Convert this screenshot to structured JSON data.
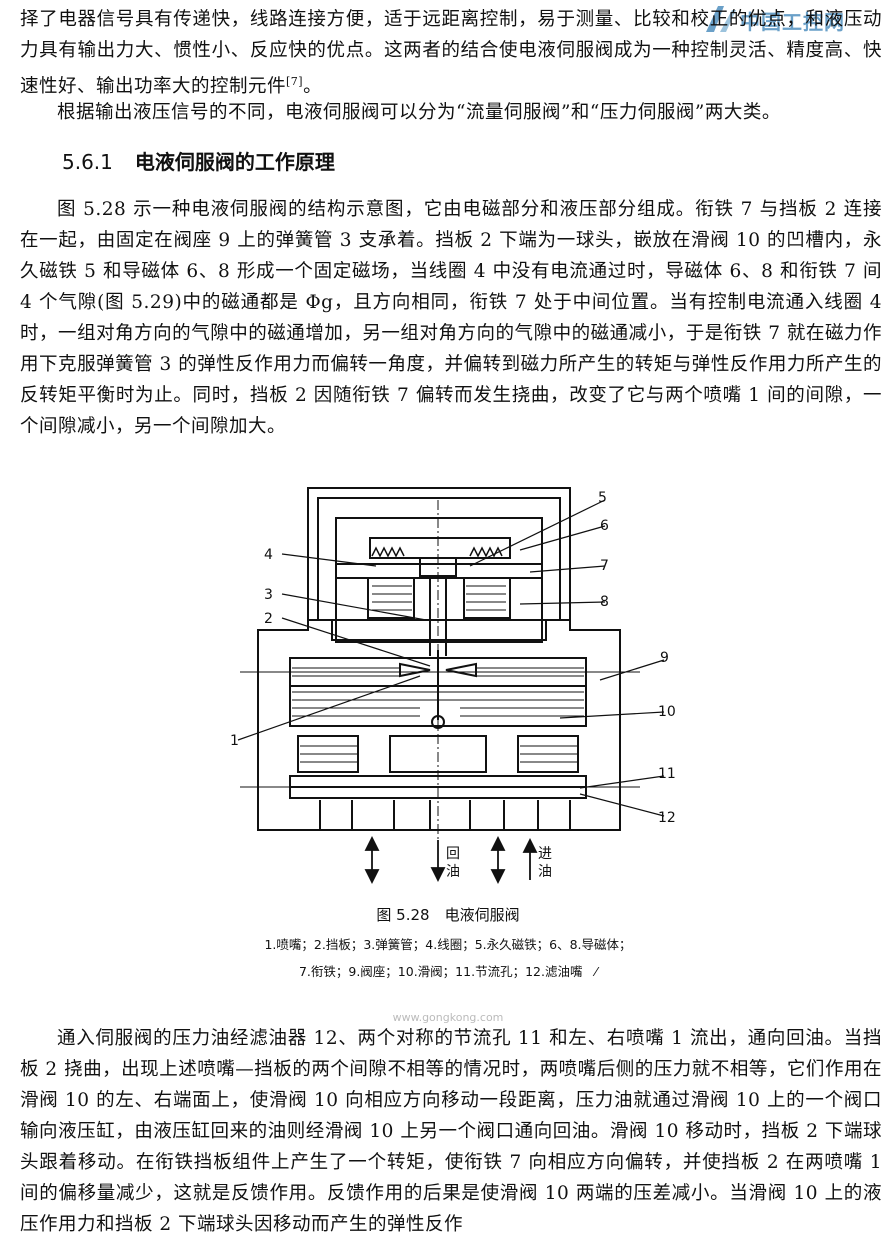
{
  "logo": {
    "text": "中国工控网"
  },
  "para1": "择了电器信号具有传递快，线路连接方便，适于远距离控制，易于测量、比较和校正的优点，和液压动力具有输出力大、惯性小、反应快的优点。这两者的结合使电液伺服阀成为一种控制灵活、精度高、快速性好、输出功率大的控制元件",
  "para1_ref": "[7]",
  "para1_end": "。",
  "para2": "根据输出液压信号的不同，电液伺服阀可以分为“流量伺服阀”和“压力伺服阀”两大类。",
  "heading": {
    "number": "5.6.1",
    "title": "电液伺服阀的工作原理"
  },
  "para3": "图 5.28 示一种电液伺服阀的结构示意图，它由电磁部分和液压部分组成。衔铁 7 与挡板 2 连接在一起，由固定在阀座 9 上的弹簧管 3 支承着。挡板 2 下端为一球头，嵌放在滑阀 10 的凹槽内，永久磁铁 5 和导磁体 6、8 形成一个固定磁场，当线圈 4 中没有电流通过时，导磁体 6、8 和衔铁 7 间 4 个气隙(图 5.29)中的磁通都是 Φg，且方向相同，衔铁 7 处于中间位置。当有控制电流通入线圈 4 时，一组对角方向的气隙中的磁通增加，另一组对角方向的气隙中的磁通减小，于是衔铁 7 就在磁力作用下克服弹簧管 3 的弹性反作用力而偏转一角度，并偏转到磁力所产生的转矩与弹性反作用力所产生的反转矩平衡时为止。同时，挡板 2 因随衔铁 7 偏转而发生挠曲，改变了它与两个喷嘴 1 间的间隙，一个间隙减小，另一个间隙加大。",
  "figure": {
    "labels": [
      "1",
      "2",
      "3",
      "4",
      "5",
      "6",
      "7",
      "8",
      "9",
      "10",
      "11",
      "12"
    ],
    "return_oil": [
      "回",
      "油"
    ],
    "inlet_oil": [
      "进",
      "油"
    ]
  },
  "caption": {
    "title": "图 5.28　电液伺服阀",
    "line1": "1.喷嘴；2.挡板；3.弹簧管；4.线圈；5.永久磁铁；6、8.导磁体；",
    "line2": "7.衔铁；9.阀座；10.滑阀；11.节流孔；12.滤油嘴　⁄"
  },
  "watermark": "www.gongkong.com",
  "para4": "通入伺服阀的压力油经滤油器 12、两个对称的节流孔 11 和左、右喷嘴 1 流出，通向回油。当挡板 2 挠曲，出现上述喷嘴—挡板的两个间隙不相等的情况时，两喷嘴后侧的压力就不相等，它们作用在滑阀 10 的左、右端面上，使滑阀 10 向相应方向移动一段距离，压力油就通过滑阀 10 上的一个阀口输向液压缸，由液压缸回来的油则经滑阀 10 上另一个阀口通向回油。滑阀 10 移动时，挡板 2 下端球头跟着移动。在衔铁挡板组件上产生了一个转矩，使衔铁 7 向相应方向偏转，并使挡板 2 在两喷嘴 1 间的偏移量减少，这就是反馈作用。反馈作用的后果是使滑阀 10 两端的压差减小。当滑阀 10 上的液压作用力和挡板 2 下端球头因移动而产生的弹性反作"
}
